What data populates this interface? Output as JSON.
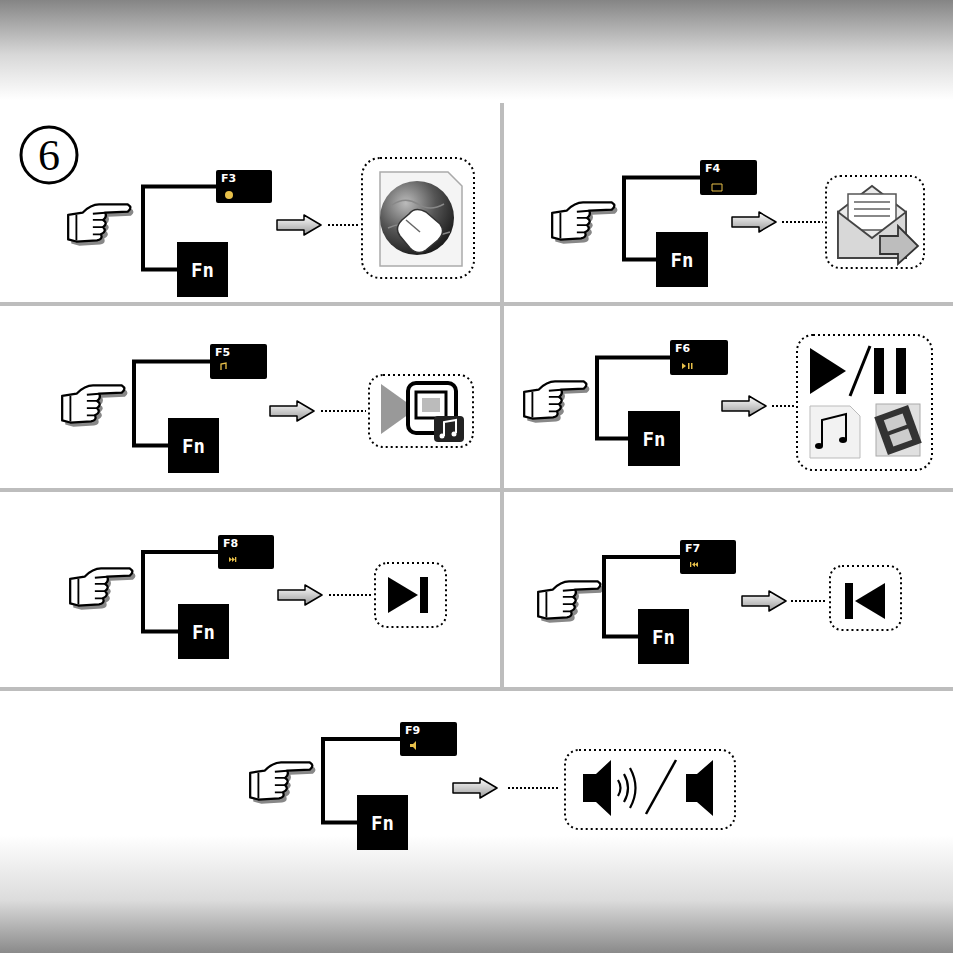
{
  "diagram": {
    "nodes": [
      {
        "text": [
          "F3"
        ]
      },
      {
        "text": [
          "Fn"
        ]
      },
      {
        "text": [
          "F4"
        ]
      },
      {
        "text": [
          "Fn"
        ]
      },
      {
        "text": [
          "F5"
        ]
      },
      {
        "text": [
          "Fn"
        ]
      },
      {
        "text": [
          "F6"
        ]
      },
      {
        "text": [
          "Fn"
        ]
      },
      {
        "text": [
          "F8"
        ]
      },
      {
        "text": [
          "Fn"
        ]
      },
      {
        "text": [
          "F7"
        ]
      },
      {
        "text": [
          "Fn"
        ]
      },
      {
        "text": [
          "F9"
        ]
      },
      {
        "text": [
          "Fn"
        ]
      }
    ],
    "edges": [
      {
        "from": 0,
        "to": 1,
        "arrow": "none"
      },
      {
        "from": 2,
        "to": 3,
        "arrow": "none"
      },
      {
        "from": 4,
        "to": 5,
        "arrow": "none"
      },
      {
        "from": 6,
        "to": 7,
        "arrow": "none"
      },
      {
        "from": 8,
        "to": 9,
        "arrow": "none"
      },
      {
        "from": 10,
        "to": 11,
        "arrow": "none"
      },
      {
        "from": 12,
        "to": 13,
        "arrow": "none"
      }
    ],
    "labels": [
      "6"
    ]
  }
}
